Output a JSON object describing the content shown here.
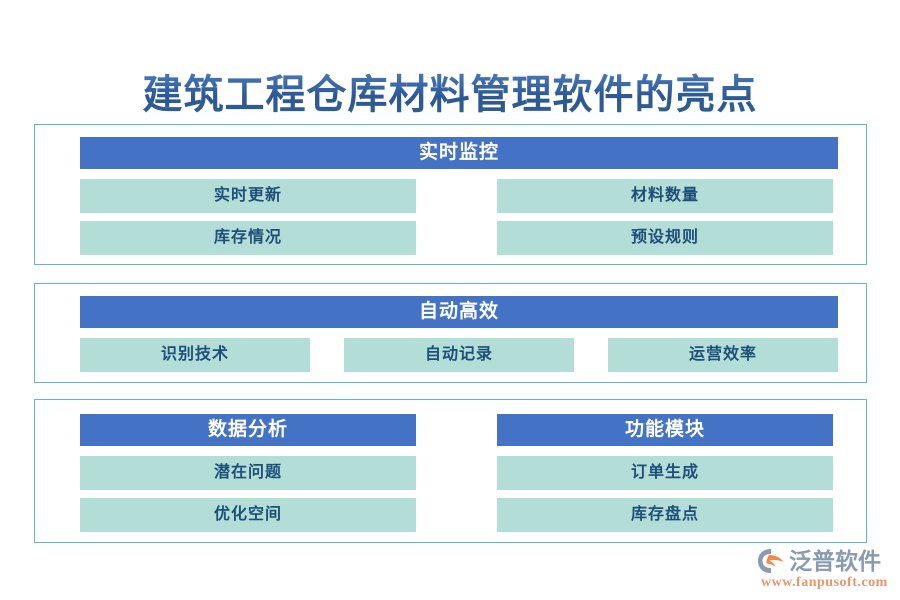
{
  "page": {
    "title": "建筑工程仓库材料管理软件的亮点"
  },
  "colors": {
    "title_text": "#31609c",
    "panel_border": "#5fbfad",
    "header_bar": "#4472c4",
    "header_text": "#ffffff",
    "item_bar": "#b2ded7",
    "item_text": "#1f4e79",
    "logo_name": "#8a9bb0",
    "logo_url": "#e8956b"
  },
  "panels": [
    {
      "id": "real-time-monitoring",
      "layout": "two-column",
      "columns": [
        {
          "header": "实时监控",
          "header_span": "full",
          "items": [
            "实时更新",
            "库存情况"
          ]
        },
        {
          "header": "",
          "items": [
            "材料数量",
            "预设规则"
          ]
        }
      ]
    },
    {
      "id": "automation-efficiency",
      "layout": "single-header-three-items",
      "header": "自动高效",
      "items": [
        "识别技术",
        "自动记录",
        "运营效率"
      ]
    },
    {
      "id": "analysis-and-modules",
      "layout": "two-column",
      "columns": [
        {
          "header": "数据分析",
          "items": [
            "潜在问题",
            "优化空间"
          ]
        },
        {
          "header": "功能模块",
          "items": [
            "订单生成",
            "库存盘点"
          ]
        }
      ]
    }
  ],
  "logo": {
    "mark": "fanpu-arc-swoosh-logo",
    "name": "泛普软件",
    "url": "www.fanpusoft.com"
  }
}
